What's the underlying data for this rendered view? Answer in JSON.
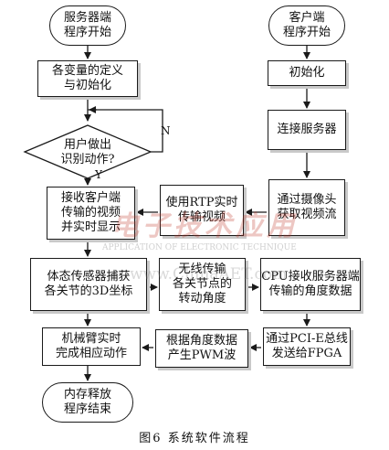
{
  "flowchart": {
    "server_start": "服务器端\n程序开始",
    "client_start": "客户端\n程序开始",
    "define_vars": "各变量的定义\n与初始化",
    "client_init": "初始化",
    "user_action_decision": "用户做出\n识别动作?",
    "connect_server": "连接服务器",
    "receive_video": "接收客户端\n传输的视频\n并实时显示",
    "rtp_video": "使用RTP实时\n传输视频",
    "camera_capture": "通过摄像头\n获取视频流",
    "sensor_capture": "体态传感器捕获\n各关节的3D坐标",
    "wireless_angle": "无线传输\n各关节点的\n转动角度",
    "cpu_receive": "CPU接收服务器端\n传输的角度数据",
    "arm_action": "机械臂实时\n完成相应动作",
    "pwm_generate": "根据角度数据\n产生PWM波",
    "pcie_fpga": "通过PCI-E总线\n发送给FPGA",
    "memory_release": "内存释放\n程序结束",
    "label_no": "N",
    "label_yes": "Y"
  },
  "caption": "图6  系统软件流程",
  "watermark": {
    "title": "电子技术应用",
    "subtitle": "APPLICATION OF ELECTRONIC TECHNIQUE",
    "url": "www.ChinaAET.com"
  }
}
